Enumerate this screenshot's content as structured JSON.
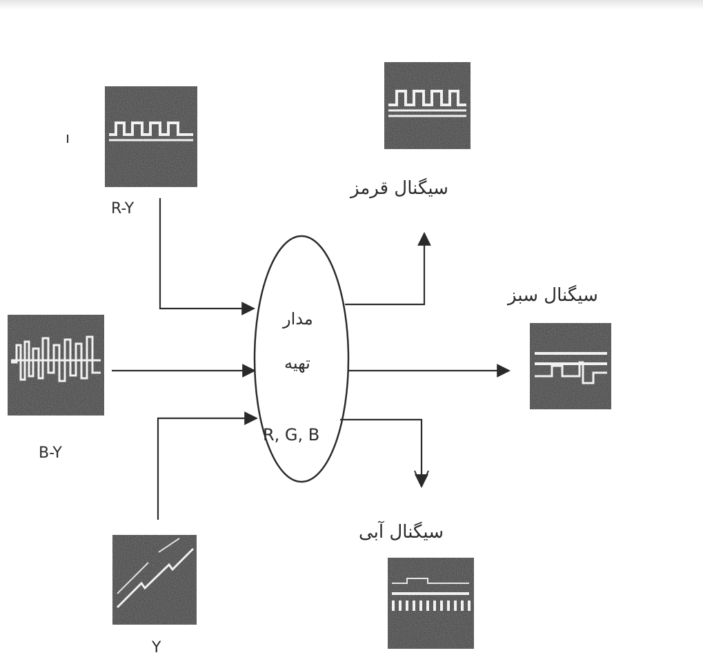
{
  "diagram": {
    "labels": {
      "r_y": "R-Y",
      "b_y": "B-Y",
      "y": "Y",
      "red_signal": "سیگنال قرمز",
      "green_signal": "سیگنال سبز",
      "blue_signal": "سیگنال آبی",
      "circuit_line1": "مدار",
      "circuit_line2": "تهیه",
      "circuit_line3": "R, G, B",
      "stray_mark": "ı"
    },
    "colors": {
      "ink": "#2a2a2a",
      "panel": "#3a3a3a",
      "trace": "#f2f2f2"
    },
    "panels": [
      {
        "name": "r-y-input-waveform",
        "waveform": "square-pulse"
      },
      {
        "name": "b-y-input-waveform",
        "waveform": "dense-pulse"
      },
      {
        "name": "y-input-waveform",
        "waveform": "sawtooth"
      },
      {
        "name": "red-output-waveform",
        "waveform": "square-pulse"
      },
      {
        "name": "green-output-waveform",
        "waveform": "steps"
      },
      {
        "name": "blue-output-waveform",
        "waveform": "comb"
      }
    ]
  }
}
